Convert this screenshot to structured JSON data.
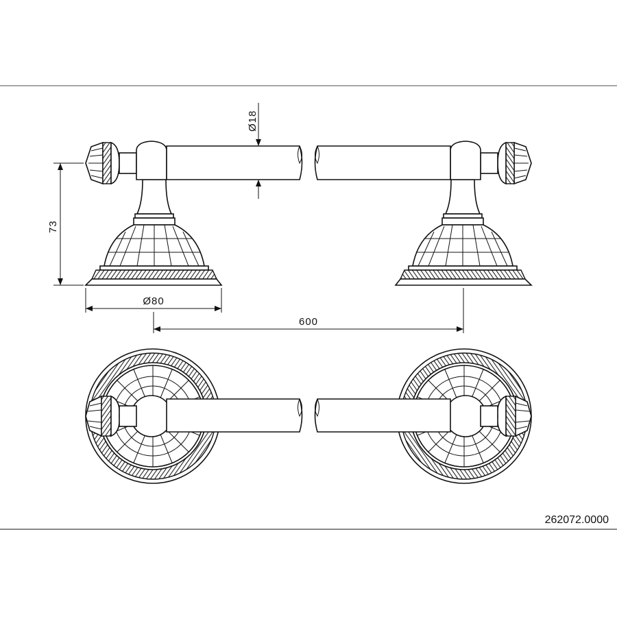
{
  "drawing": {
    "dimensions": {
      "rod_diameter": "Ø18",
      "height": "73",
      "base_diameter": "Ø80",
      "center_distance": "600"
    },
    "part_number": "262072.0000"
  }
}
